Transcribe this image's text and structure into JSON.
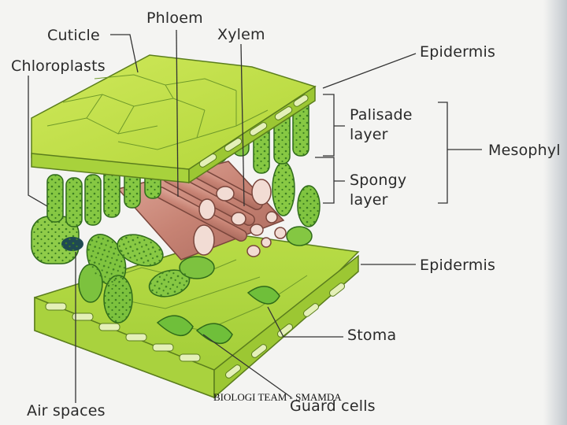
{
  "diagram": {
    "labels": {
      "cuticle": "Cuticle",
      "phloem": "Phloem",
      "xylem": "Xylem",
      "chloroplasts": "Chloroplasts",
      "epidermis_top": "Epidermis",
      "palisade_1": "Palisade",
      "palisade_2": "layer",
      "spongy_1": "Spongy",
      "spongy_2": "layer",
      "mesophyll": "Mesophyl",
      "epidermis_bottom": "Epidermis",
      "stoma": "Stoma",
      "air_spaces": "Air spaces",
      "guard_cells": "Guard cells"
    },
    "footer": "BIOLOGI TEAM - SMAMDA"
  },
  "colors": {
    "leaf_green": "#b8dc3a",
    "cell_green": "#7cc23e",
    "vein_pink": "#c98b7e",
    "air_dark": "#1f4a52"
  }
}
